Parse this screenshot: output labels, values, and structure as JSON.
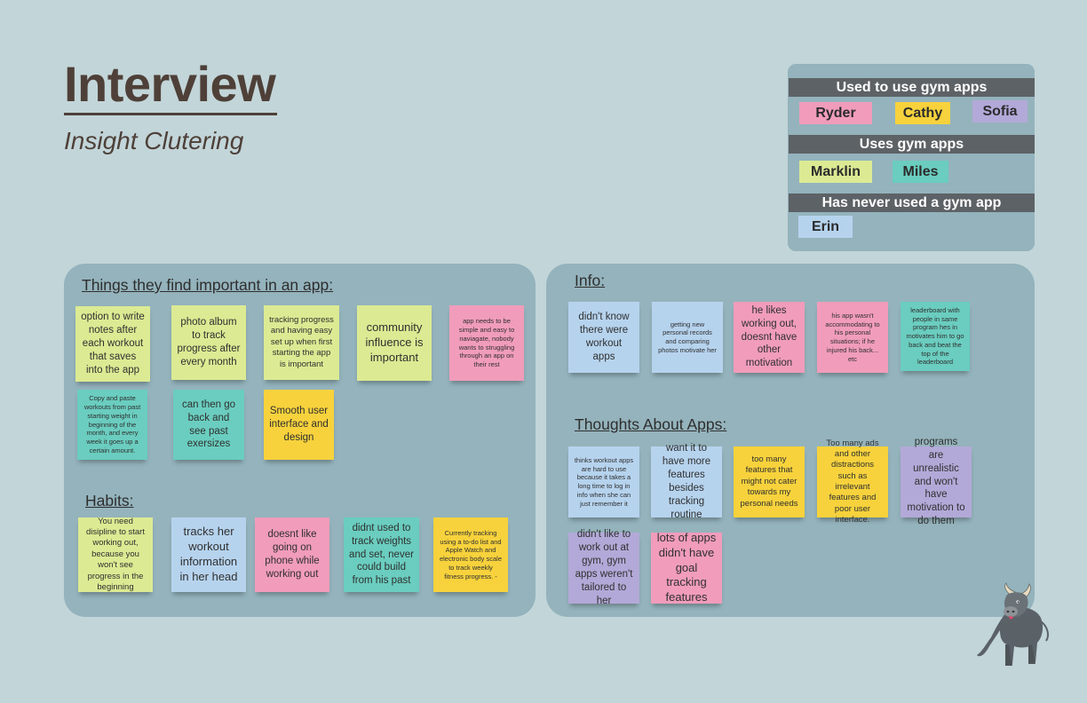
{
  "header": {
    "title": "Interview",
    "subtitle": "Insight Clutering"
  },
  "legend": {
    "groups": [
      {
        "label": "Used to use gym apps",
        "members": [
          "Ryder",
          "Cathy",
          "Sofia"
        ]
      },
      {
        "label": "Uses gym apps",
        "members": [
          "Marklin",
          "Miles"
        ]
      },
      {
        "label": "Has never used a gym app",
        "members": [
          "Erin"
        ]
      }
    ]
  },
  "colors": {
    "Ryder": "#f19cbb",
    "Cathy": "#f7d23c",
    "Sofia": "#b3a9d8",
    "Marklin": "#dcea93",
    "Miles": "#6acdbf",
    "Erin": "#b6d3ee"
  },
  "important": {
    "heading": "Things they find important in an app:",
    "notes": [
      "option to write notes after each workout that saves into the app",
      "photo album to track progress after every month",
      "tracking progress and having easy set up when first starting the app is important",
      "community influence is important",
      "app needs to be simple and easy to naviagate, nobody wants to struggling through an app on their rest",
      "Copy and paste workouts from past starting weight in beginning of the month, and every week it goes up  a certain amount.",
      "can then go back and see past exersizes",
      "Smooth user interface and design"
    ]
  },
  "habits": {
    "heading": "Habits:",
    "notes": [
      "You need disipline to start working out, because you won't see progress in the beginning",
      "tracks her workout information in her head",
      "doesnt like going on phone while working out",
      "didnt used to track weights and set, never could build from his past",
      "Currently tracking using a to-do list and Apple Watch and electronic body scale to track weekly fitness progress. -"
    ]
  },
  "info": {
    "heading": "Info:",
    "notes": [
      "didn't know there were workout apps",
      "getting new personal records and comparing photos motivate her",
      "he likes working out, doesnt have other motivation",
      "his app wasn't accommodating to his personal situations; if he injured his back... etc",
      "leaderboard with people in same program hes in motivates him to go back and beat the top of the leaderboard"
    ]
  },
  "thoughts": {
    "heading": "Thoughts About Apps:",
    "notes": [
      "thinks workout apps are hard to use because it takes a long time to log in info when she can just remember it",
      "want it to have more features besides tracking routine",
      "too many features that might not cater towards my personal needs",
      "Too many ads and other distractions such as irrelevant features and poor user interface.",
      "programs are unrealistic and won't have motivation to do them",
      "didn't like to work out at gym, gym apps weren't tailored to her",
      "lots of apps didn't have goal tracking features"
    ]
  }
}
